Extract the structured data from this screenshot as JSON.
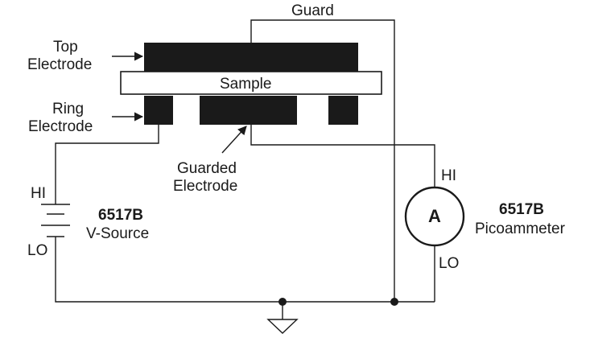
{
  "labels": {
    "guard": "Guard",
    "top_electrode_1": "Top",
    "top_electrode_2": "Electrode",
    "sample": "Sample",
    "ring_electrode_1": "Ring",
    "ring_electrode_2": "Electrode",
    "guarded_electrode_1": "Guarded",
    "guarded_electrode_2": "Electrode",
    "source_hi": "HI",
    "source_lo": "LO",
    "source_model": "6517B",
    "source_name": "V-Source",
    "meter_hi": "HI",
    "meter_lo": "LO",
    "meter_symbol": "A",
    "meter_model": "6517B",
    "meter_name": "Picoammeter"
  }
}
